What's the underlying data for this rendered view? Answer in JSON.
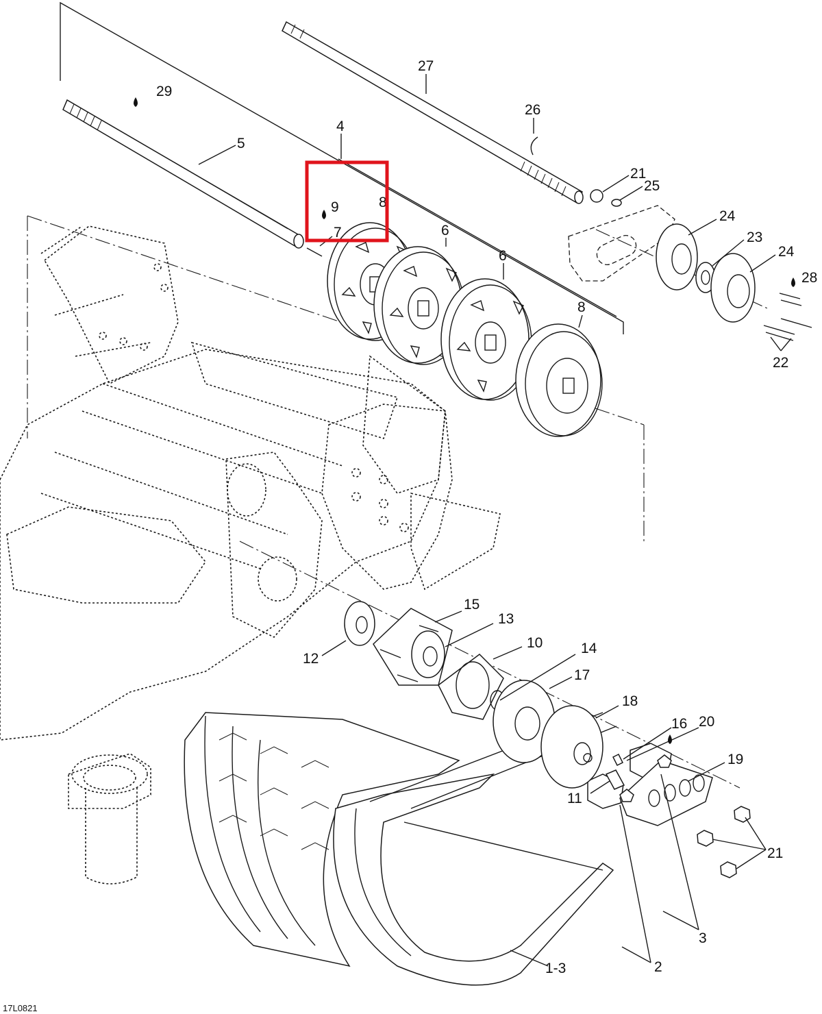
{
  "drawing_code": "17L0821",
  "highlight_color": "#e0141c",
  "labels": [
    {
      "id": "l27",
      "text": "27"
    },
    {
      "id": "l29",
      "text": "29"
    },
    {
      "id": "l26",
      "text": "26"
    },
    {
      "id": "l4",
      "text": "4"
    },
    {
      "id": "l5",
      "text": "5"
    },
    {
      "id": "l21a",
      "text": "21"
    },
    {
      "id": "l25",
      "text": "25"
    },
    {
      "id": "l9",
      "text": "9"
    },
    {
      "id": "l8a",
      "text": "8"
    },
    {
      "id": "l7",
      "text": "7"
    },
    {
      "id": "l6a",
      "text": "6"
    },
    {
      "id": "l24a",
      "text": "24"
    },
    {
      "id": "l23",
      "text": "23"
    },
    {
      "id": "l24b",
      "text": "24"
    },
    {
      "id": "l6b",
      "text": "6"
    },
    {
      "id": "l28",
      "text": "28"
    },
    {
      "id": "l8b",
      "text": "8"
    },
    {
      "id": "l22",
      "text": "22"
    },
    {
      "id": "l15",
      "text": "15"
    },
    {
      "id": "l13",
      "text": "13"
    },
    {
      "id": "l10",
      "text": "10"
    },
    {
      "id": "l14",
      "text": "14"
    },
    {
      "id": "l12",
      "text": "12"
    },
    {
      "id": "l17",
      "text": "17"
    },
    {
      "id": "l18",
      "text": "18"
    },
    {
      "id": "l16",
      "text": "16"
    },
    {
      "id": "l20",
      "text": "20"
    },
    {
      "id": "l19",
      "text": "19"
    },
    {
      "id": "l11",
      "text": "11"
    },
    {
      "id": "l21b",
      "text": "21"
    },
    {
      "id": "l3",
      "text": "3"
    },
    {
      "id": "l2",
      "text": "2"
    },
    {
      "id": "l13b",
      "text": "1-3"
    }
  ]
}
